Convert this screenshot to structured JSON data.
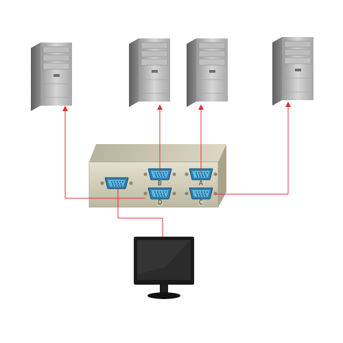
{
  "diagram": {
    "labels": [
      "B",
      "A",
      "D",
      "C"
    ]
  }
}
